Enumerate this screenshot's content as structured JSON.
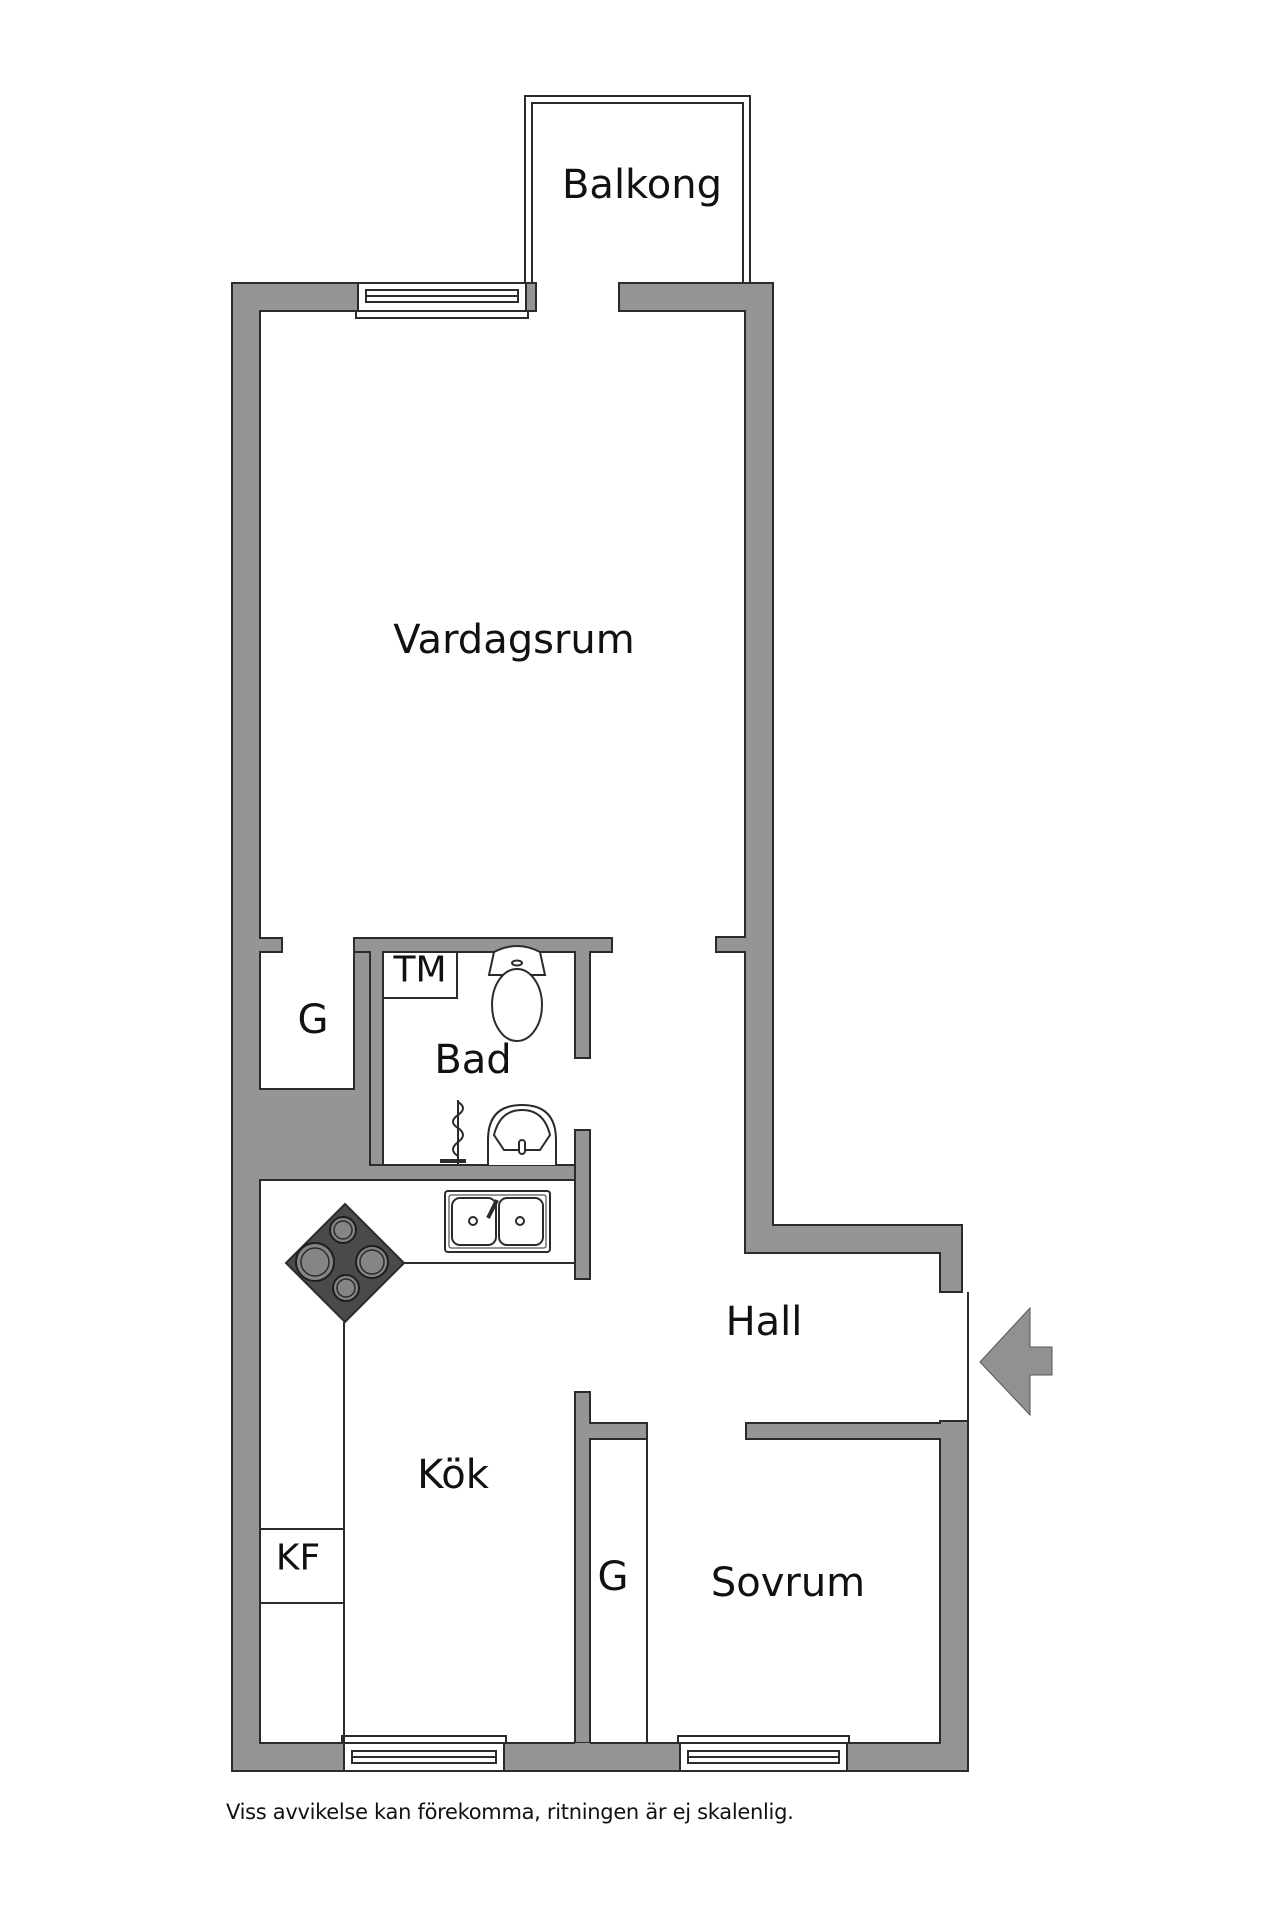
{
  "floorplan": {
    "colors": {
      "wall": "#939596",
      "wall_stroke": "#2b2b2b",
      "stove": "#4a4a4a",
      "burner": "#858585",
      "arrow": "#8f9192"
    },
    "rooms": {
      "balcony": "Balkong",
      "living_room": "Vardagsrum",
      "closet_upper": "G",
      "laundry": "TM",
      "bathroom": "Bad",
      "hall": "Hall",
      "kitchen": "Kök",
      "fridge_freezer": "KF",
      "closet_lower": "G",
      "bedroom": "Sovrum"
    },
    "entrance_icon": "arrow-left-icon",
    "footer_note": "Viss avvikelse kan förekomma, ritningen är ej skalenlig."
  }
}
